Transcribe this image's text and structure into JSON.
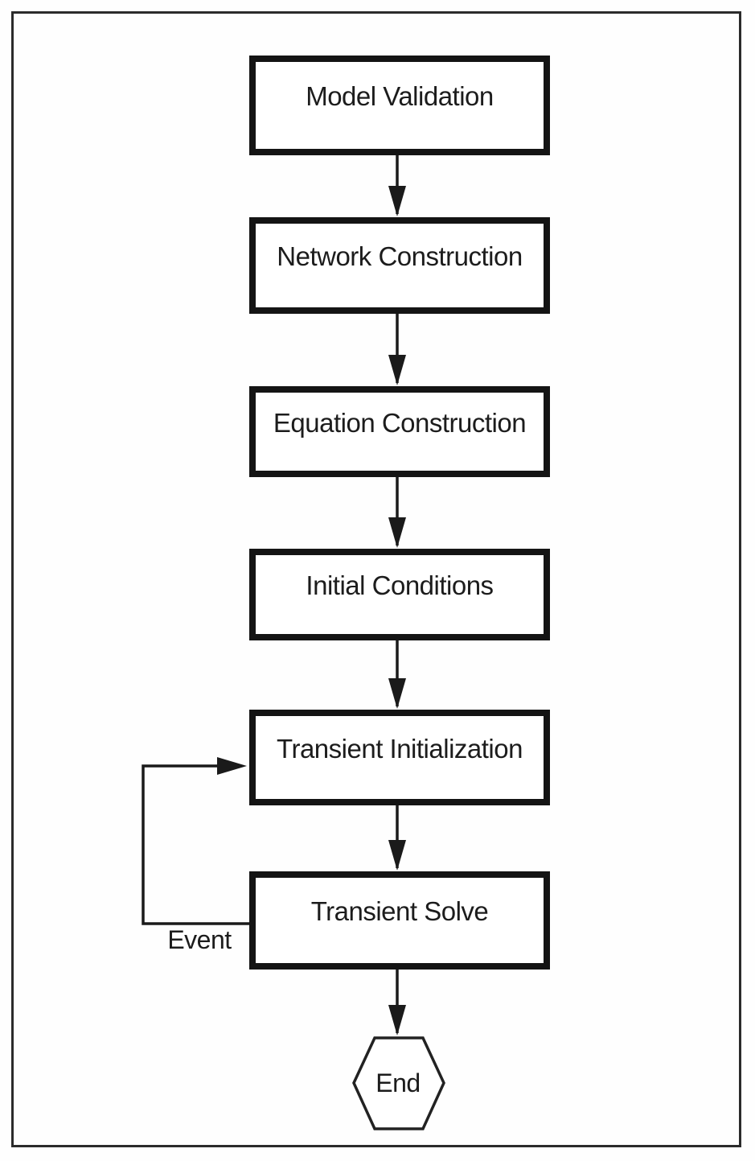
{
  "diagram_type": "flowchart",
  "colors": {
    "stroke": "#1a1a1a",
    "node_border": "#141414",
    "node_fill": "#ffffff",
    "background": "#ffffff"
  },
  "nodes": [
    {
      "id": "model-validation",
      "label": "Model Validation",
      "shape": "rectangle"
    },
    {
      "id": "network-construction",
      "label": "Network Construction",
      "shape": "rectangle"
    },
    {
      "id": "equation-construction",
      "label": "Equation Construction",
      "shape": "rectangle"
    },
    {
      "id": "initial-conditions",
      "label": "Initial Conditions",
      "shape": "rectangle"
    },
    {
      "id": "transient-initialization",
      "label": "Transient Initialization",
      "shape": "rectangle"
    },
    {
      "id": "transient-solve",
      "label": "Transient Solve",
      "shape": "rectangle"
    },
    {
      "id": "end",
      "label": "End",
      "shape": "hexagon"
    }
  ],
  "edges": [
    {
      "from": "model-validation",
      "to": "network-construction",
      "label": "",
      "type": "arrow-down"
    },
    {
      "from": "network-construction",
      "to": "equation-construction",
      "label": "",
      "type": "arrow-down"
    },
    {
      "from": "equation-construction",
      "to": "initial-conditions",
      "label": "",
      "type": "arrow-down"
    },
    {
      "from": "initial-conditions",
      "to": "transient-initialization",
      "label": "",
      "type": "arrow-down"
    },
    {
      "from": "transient-initialization",
      "to": "transient-solve",
      "label": "",
      "type": "arrow-down"
    },
    {
      "from": "transient-solve",
      "to": "end",
      "label": "",
      "type": "arrow-down"
    },
    {
      "from": "transient-solve",
      "to": "transient-initialization",
      "label": "Event",
      "type": "loopback"
    }
  ]
}
